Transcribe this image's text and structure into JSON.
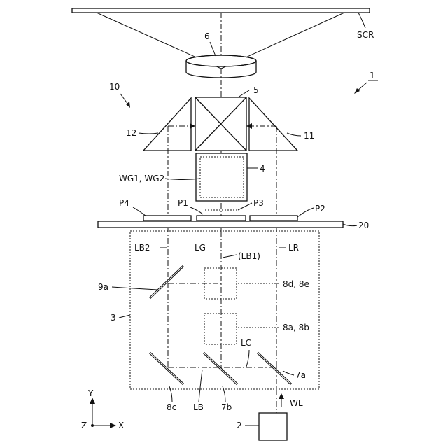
{
  "figure": {
    "system_label": "1",
    "screen_label": "SCR",
    "lens_label": "6",
    "prism_label": "5",
    "waveguide_num_label": "4",
    "waveguide_name_label": "WG1, WG2",
    "optics_unit_label": "10",
    "left_prism_label": "12",
    "right_prism_label": "11",
    "panels": [
      "P4",
      "P1",
      "P3",
      "P2"
    ],
    "plate_label": "20",
    "beam_labels": {
      "blue_left": "LB2",
      "green": "LG",
      "blue_center": "(LB1)",
      "red": "LR",
      "blue": "LB",
      "combined": "LC",
      "white": "WL"
    },
    "module_labels": {
      "unit3": "3",
      "mirror_9a": "9a",
      "box_upper": "8d, 8e",
      "box_lower": "8a, 8b",
      "mirror_8c": "8c",
      "mirror_7b": "7b",
      "mirror_7a": "7a",
      "source": "2"
    },
    "axes": {
      "y": "Y",
      "z": "Z",
      "x": "X"
    }
  }
}
